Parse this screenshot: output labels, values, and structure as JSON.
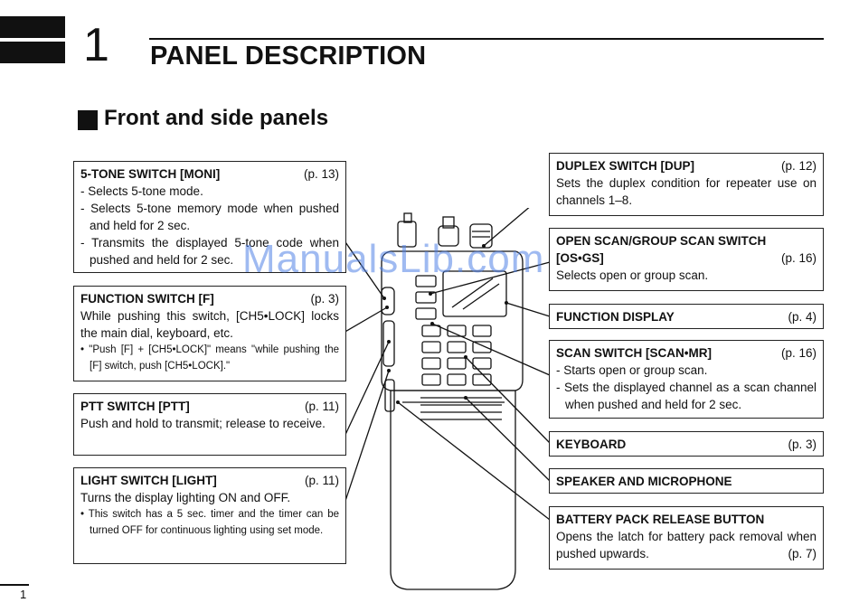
{
  "chapter": {
    "number": "1",
    "title": "PANEL DESCRIPTION"
  },
  "section": {
    "title": "Front and side panels"
  },
  "left_boxes": [
    {
      "title": "5-TONE SWITCH [MONI]",
      "page": "(p. 13)",
      "lines": [
        "- Selects 5-tone mode.",
        "- Selects 5-tone memory mode when pushed and held for 2 sec.",
        "- Transmits the displayed 5-tone code when pushed and held for 2 sec."
      ]
    },
    {
      "title": "FUNCTION SWITCH [F]",
      "page": "(p. 3)",
      "text": "While pushing this switch, [CH5•LOCK] locks the main dial, keyboard, etc.",
      "note": "• \"Push [F] + [CH5•LOCK]\" means \"while pushing the [F] switch, push [CH5•LOCK].\""
    },
    {
      "title": "PTT SWITCH [PTT]",
      "page": "(p. 11)",
      "text": "Push and hold to transmit; release to receive."
    },
    {
      "title": "LIGHT SWITCH [LIGHT]",
      "page": "(p. 11)",
      "text": "Turns the display lighting ON and OFF.",
      "note": "• This switch has a 5 sec. timer and the timer can be turned OFF for continuous lighting using set mode."
    }
  ],
  "right_boxes": [
    {
      "title": "DUPLEX SWITCH [DUP]",
      "page": "(p. 12)",
      "text": "Sets the duplex condition for repeater use on channels 1–8."
    },
    {
      "title": "OPEN SCAN/GROUP SCAN SWITCH",
      "subtitle": "[OS•GS]",
      "page": "(p. 16)",
      "text": "Selects open or group scan."
    },
    {
      "title": "FUNCTION DISPLAY",
      "page": "(p. 4)"
    },
    {
      "title": "SCAN SWITCH [SCAN•MR]",
      "page": "(p. 16)",
      "lines": [
        "- Starts open or group scan.",
        "- Sets the displayed channel as a scan channel when pushed and held for 2 sec."
      ]
    },
    {
      "title": "KEYBOARD",
      "page": "(p. 3)"
    },
    {
      "title": "SPEAKER AND MICROPHONE"
    },
    {
      "title": "BATTERY PACK RELEASE BUTTON",
      "text": "Opens the latch for battery pack removal when pushed upwards.",
      "page": "(p. 7)"
    }
  ],
  "watermark": "ManualsLib.com",
  "footer": {
    "page_number": "1"
  }
}
